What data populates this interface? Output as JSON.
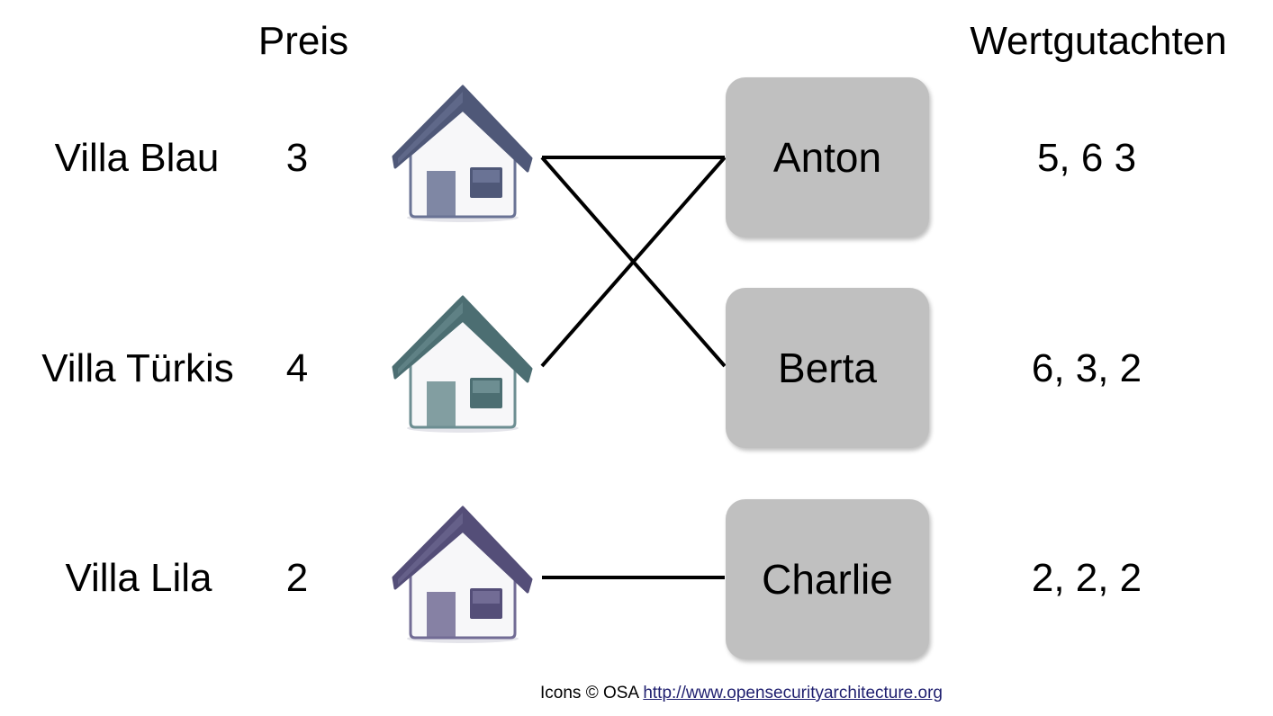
{
  "headers": {
    "price": "Preis",
    "appraisals": "Wertgutachten"
  },
  "villas": [
    {
      "name": "Villa Blau",
      "price": "3",
      "roof_color": "#4f5878",
      "accent_color": "#6a7395"
    },
    {
      "name": "Villa Türkis",
      "price": "4",
      "roof_color": "#4c6e72",
      "accent_color": "#6d8e92"
    },
    {
      "name": "Villa Lila",
      "price": "2",
      "roof_color": "#544e78",
      "accent_color": "#726c95"
    }
  ],
  "appraisers": [
    {
      "name": "Anton",
      "values": "5, 6 3"
    },
    {
      "name": "Berta",
      "values": "6, 3, 2"
    },
    {
      "name": "Charlie",
      "values": "2, 2, 2"
    }
  ],
  "connections": [
    {
      "villa": 0,
      "appraiser": 0
    },
    {
      "villa": 0,
      "appraiser": 1
    },
    {
      "villa": 1,
      "appraiser": 0
    },
    {
      "villa": 2,
      "appraiser": 2
    }
  ],
  "footer": {
    "credit": "Icons © OSA",
    "link": "http://www.opensecurityarchitecture.org"
  }
}
